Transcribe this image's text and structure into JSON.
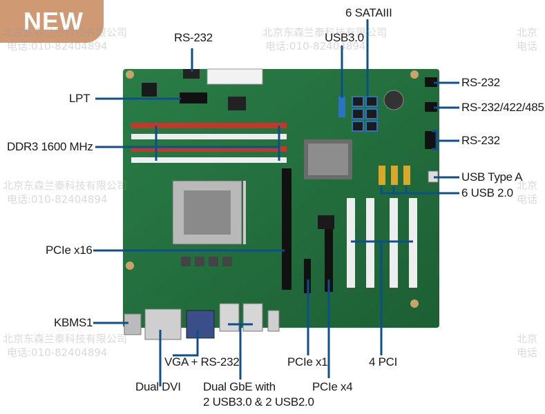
{
  "badge": {
    "text": "NEW"
  },
  "labels": {
    "rs232_top": "RS-232",
    "sata": "6 SATAIII",
    "usb30": "USB3.0",
    "lpt": "LPT",
    "ddr3": "DDR3 1600 MHz",
    "rs232_right1": "RS-232",
    "rs232_422_485": "RS-232/422/485",
    "rs232_right2": "RS-232",
    "usb_type_a": "USB Type A",
    "usb20": "6 USB 2.0",
    "pcie_x16": "PCIe x16",
    "kbms": "KBMS1",
    "vga_rs232": "VGA + RS-232",
    "pcie_x1": "PCIe x1",
    "pci4": "4 PCI",
    "dual_dvi": "Dual DVI",
    "gbe_line1": "Dual GbE with",
    "gbe_line2": "2 USB3.0 & 2 USB2.0",
    "pcie_x4": "PCIe x4"
  },
  "watermark": {
    "company": "北京东森兰泰科技有限公司",
    "beijing": "北京",
    "phone": "电话:010-82404894",
    "phone_short": "电话"
  },
  "colors": {
    "board": "#1f6b3a",
    "leader": "#0d4f8b",
    "dimm_red": "#c0392b",
    "slot_white": "#eeeeee",
    "badge": "#cf9a73"
  }
}
